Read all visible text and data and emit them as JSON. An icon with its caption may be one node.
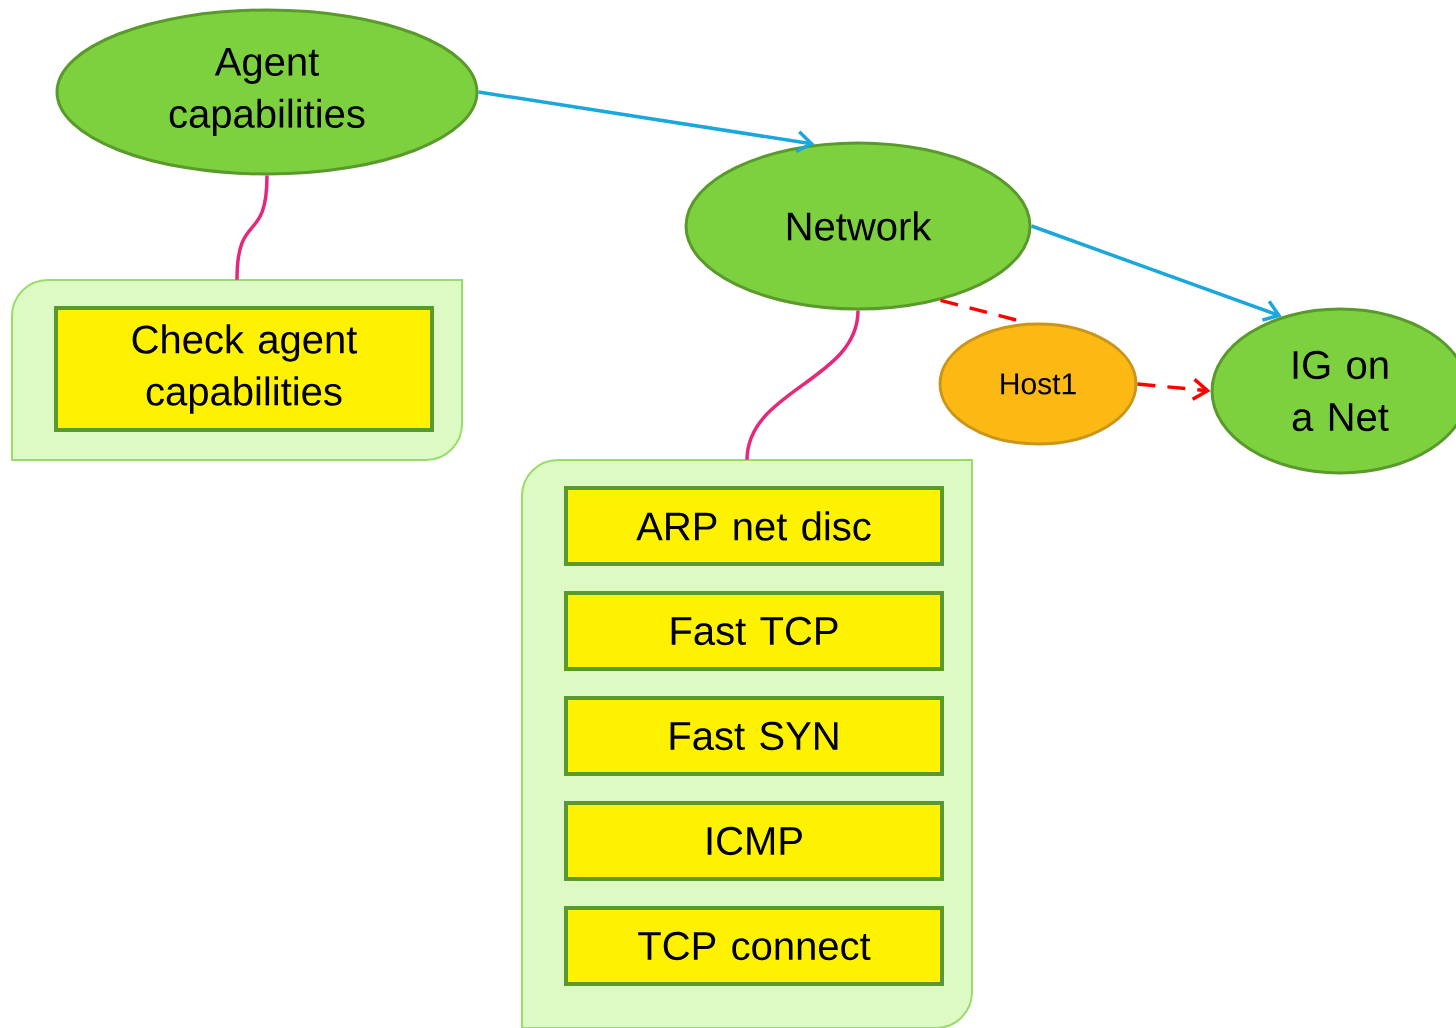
{
  "diagram": {
    "nodes": [
      {
        "text": [
          "Agent capabilities"
        ]
      },
      {
        "text": [],
        "shape": "box"
      },
      {
        "text": [
          "Check agent capabilities"
        ],
        "in": 1
      },
      {
        "text": [
          "Network"
        ]
      },
      {
        "text": [],
        "shape": "box"
      },
      {
        "text": [
          "ARP net disc"
        ],
        "in": 4
      },
      {
        "text": [
          "Fast TCP"
        ],
        "in": 4
      },
      {
        "text": [
          "Fast SYN"
        ],
        "in": 4
      },
      {
        "text": [
          "ICMP"
        ],
        "in": 4
      },
      {
        "text": [
          "TCP connect"
        ],
        "in": 4
      },
      {
        "text": [
          "Host1"
        ]
      },
      {
        "text": [
          "IG on a Net"
        ]
      }
    ],
    "edges": [
      {
        "from": 0,
        "to": 3,
        "arrow": "to",
        "color": "#1aa7dc"
      },
      {
        "from": 0,
        "to": 1,
        "arrow": "none",
        "color": "#e6287a"
      },
      {
        "from": 3,
        "to": 11,
        "arrow": "to",
        "color": "#1aa7dc"
      },
      {
        "from": 3,
        "to": 4,
        "arrow": "none",
        "color": "#e6287a"
      },
      {
        "from": 3,
        "to": 10,
        "arrow": "none",
        "style": "dashed",
        "color": "#ff0000"
      },
      {
        "from": 10,
        "to": 11,
        "arrow": "to",
        "style": "dashed",
        "color": "#ff0000"
      }
    ]
  }
}
